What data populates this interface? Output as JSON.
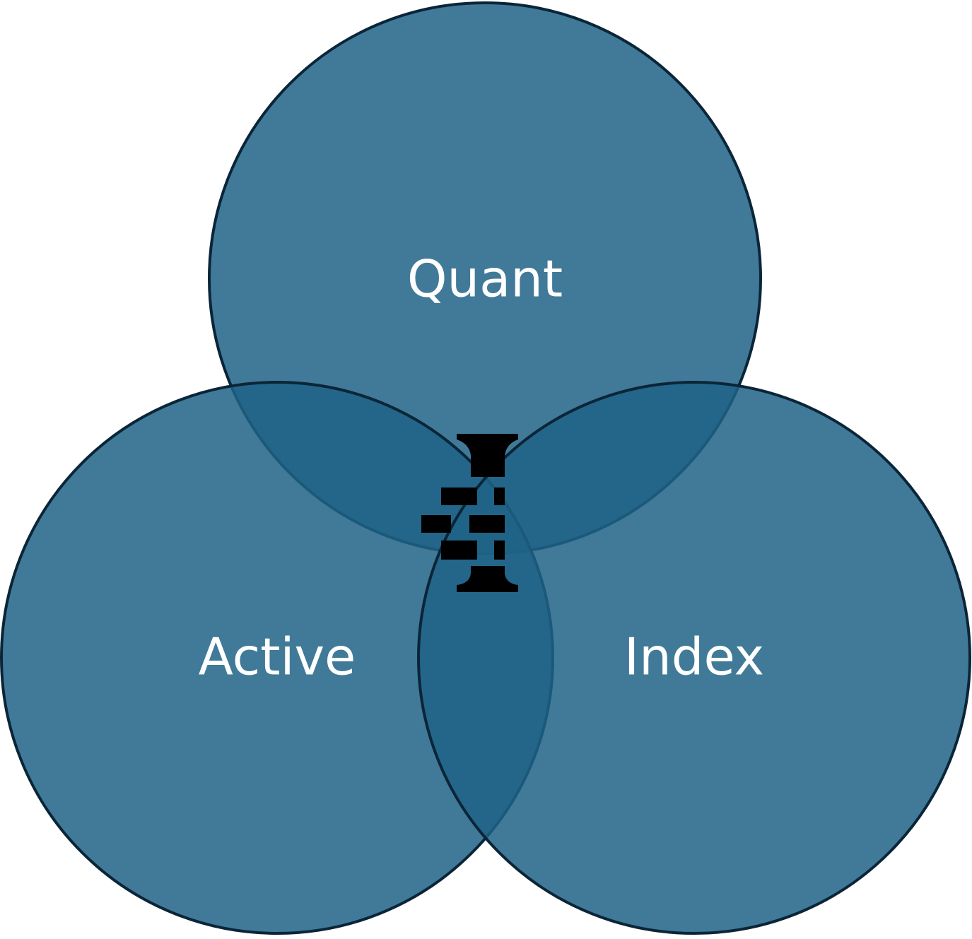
{
  "diagram": {
    "type": "venn-3",
    "circles": [
      {
        "name": "quant",
        "label": "Quant"
      },
      {
        "name": "active",
        "label": "Active"
      },
      {
        "name": "index",
        "label": "Index"
      }
    ],
    "center_icon": "pillar-brick-icon",
    "colors": {
      "fill": "#1e6386",
      "fill_opacity": 0.85,
      "outline": "#0b2538",
      "label": "#ffffff",
      "icon": "#000000"
    }
  }
}
